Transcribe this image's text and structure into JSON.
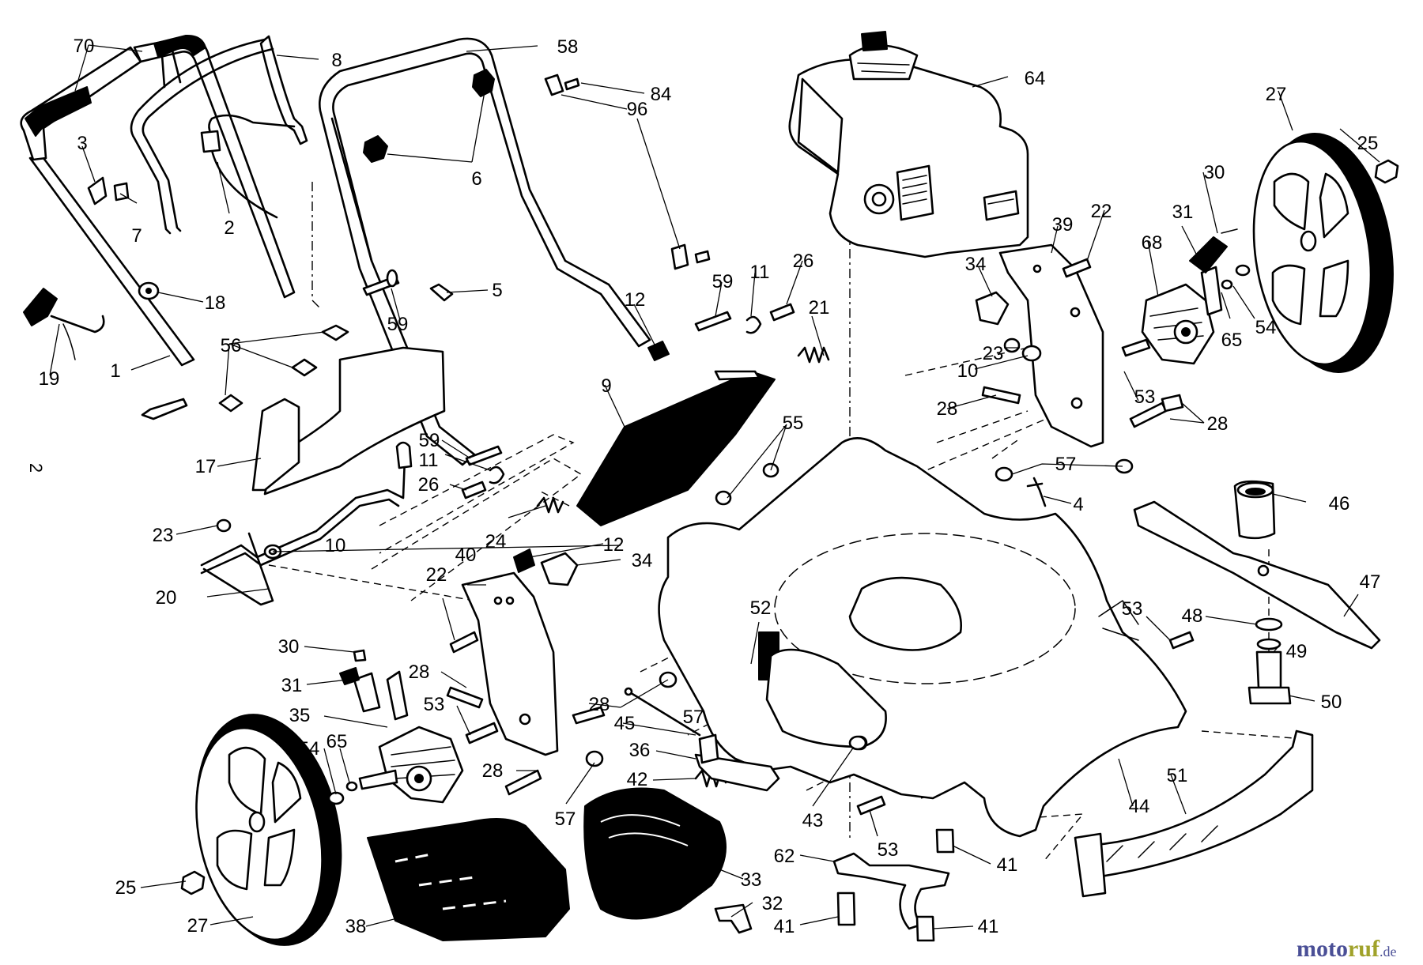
{
  "page_number": "2",
  "watermark": {
    "moto": "moto",
    "ruf": "ruf",
    "de": ".de"
  },
  "labels": [
    {
      "text": "70"
    },
    {
      "text": "8"
    },
    {
      "text": "58"
    },
    {
      "text": "84"
    },
    {
      "text": "64"
    },
    {
      "text": "27"
    },
    {
      "text": "96"
    },
    {
      "text": "25"
    },
    {
      "text": "3"
    },
    {
      "text": "30"
    },
    {
      "text": "6"
    },
    {
      "text": "7"
    },
    {
      "text": "2"
    },
    {
      "text": "22"
    },
    {
      "text": "39"
    },
    {
      "text": "31"
    },
    {
      "text": "68"
    },
    {
      "text": "34"
    },
    {
      "text": "26"
    },
    {
      "text": "11"
    },
    {
      "text": "5"
    },
    {
      "text": "18"
    },
    {
      "text": "59"
    },
    {
      "text": "59"
    },
    {
      "text": "12"
    },
    {
      "text": "65"
    },
    {
      "text": "54"
    },
    {
      "text": "21"
    },
    {
      "text": "19"
    },
    {
      "text": "56"
    },
    {
      "text": "23"
    },
    {
      "text": "10"
    },
    {
      "text": "1"
    },
    {
      "text": "9"
    },
    {
      "text": "53"
    },
    {
      "text": "28"
    },
    {
      "text": "28"
    },
    {
      "text": "59"
    },
    {
      "text": "55"
    },
    {
      "text": "17"
    },
    {
      "text": "59"
    },
    {
      "text": "11"
    },
    {
      "text": "57"
    },
    {
      "text": "26"
    },
    {
      "text": "4"
    },
    {
      "text": "46"
    },
    {
      "text": "23"
    },
    {
      "text": "24"
    },
    {
      "text": "10"
    },
    {
      "text": "12"
    },
    {
      "text": "34"
    },
    {
      "text": "40"
    },
    {
      "text": "22"
    },
    {
      "text": "20"
    },
    {
      "text": "47"
    },
    {
      "text": "52"
    },
    {
      "text": "53"
    },
    {
      "text": "48"
    },
    {
      "text": "30"
    },
    {
      "text": "49"
    },
    {
      "text": "31"
    },
    {
      "text": "28"
    },
    {
      "text": "50"
    },
    {
      "text": "28"
    },
    {
      "text": "57"
    },
    {
      "text": "35"
    },
    {
      "text": "53"
    },
    {
      "text": "45"
    },
    {
      "text": "54"
    },
    {
      "text": "65"
    },
    {
      "text": "36"
    },
    {
      "text": "51"
    },
    {
      "text": "28"
    },
    {
      "text": "42"
    },
    {
      "text": "57"
    },
    {
      "text": "43"
    },
    {
      "text": "44"
    },
    {
      "text": "53"
    },
    {
      "text": "62"
    },
    {
      "text": "33"
    },
    {
      "text": "41"
    },
    {
      "text": "25"
    },
    {
      "text": "32"
    },
    {
      "text": "27"
    },
    {
      "text": "38"
    },
    {
      "text": "41"
    },
    {
      "text": "41"
    }
  ]
}
